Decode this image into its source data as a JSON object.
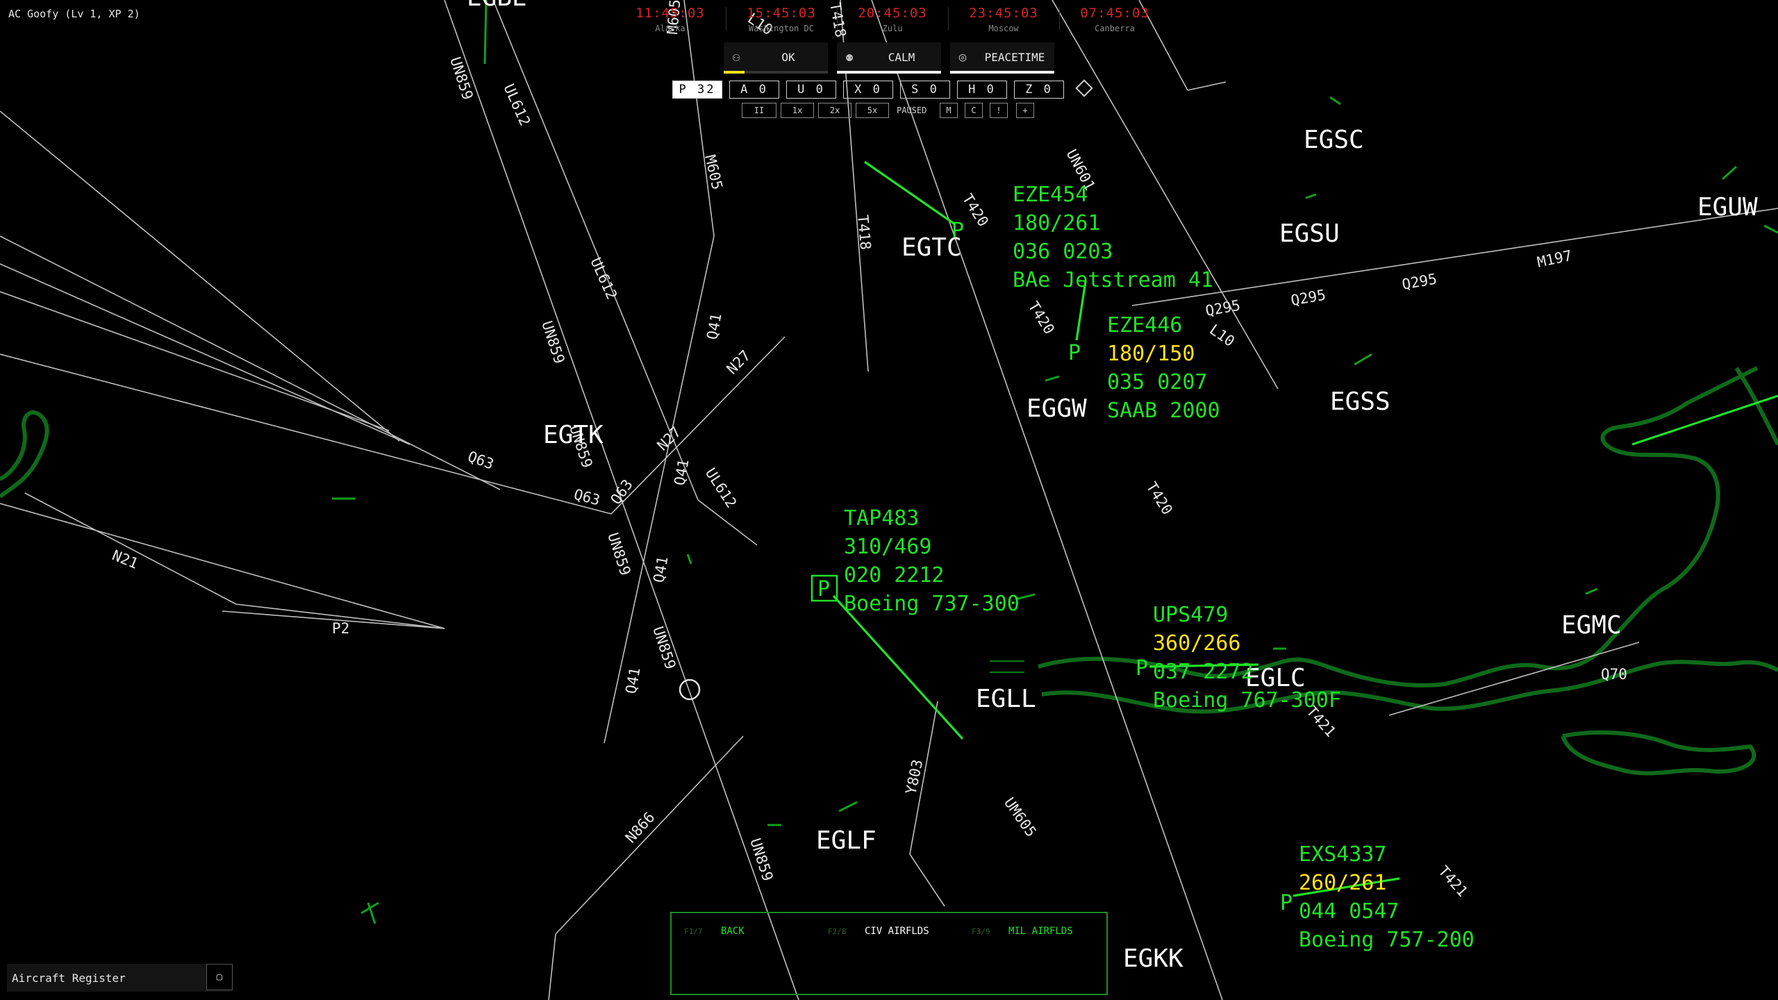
{
  "title": "AC Goofy (Lv 1, XP 2)",
  "clocks": [
    {
      "time": "11:45:03",
      "zone": "Alaska"
    },
    {
      "time": "15:45:03",
      "zone": "Washington DC"
    },
    {
      "time": "20:45:03",
      "zone": "Zulu"
    },
    {
      "time": "23:45:03",
      "zone": "Moscow"
    },
    {
      "time": "07:45:03",
      "zone": "Canberra"
    }
  ],
  "status": {
    "staff_label": "OK",
    "mood_label": "CALM",
    "defcon_label": "PEACETIME",
    "staff_level": 0.2
  },
  "counters": [
    "P 32",
    "A 0",
    "U 0",
    "X 0",
    "S 0",
    "H 0",
    "Z 0"
  ],
  "sim_controls": {
    "pause": "II",
    "speeds": [
      "1x",
      "2x",
      "5x"
    ],
    "state": "PAUSED",
    "toggles": [
      "M",
      "C",
      "!",
      "+"
    ]
  },
  "airports": [
    "EGBE",
    "EGSC",
    "EGSU",
    "EGUW",
    "EGTC",
    "EGGW",
    "EGSS",
    "EGTK",
    "EGLL",
    "EGLC",
    "EGMC",
    "EGLF",
    "EGKK"
  ],
  "routes": [
    "UN859",
    "UL612",
    "M605",
    "L10",
    "T418",
    "T420",
    "UN601",
    "Q41",
    "N27",
    "Q63",
    "N21",
    "P2",
    "Q295",
    "M197",
    "T421",
    "Q70",
    "N866",
    "Y803",
    "UM605"
  ],
  "aircraft": [
    {
      "callsign": "EZE454",
      "speed_heading": "180/261",
      "alt_time": "036 0203",
      "type": "BAe Jetstream 41",
      "marker": "P"
    },
    {
      "callsign": "EZE446",
      "speed_heading": "180/150",
      "alt_time": "035 0207",
      "type": "SAAB 2000",
      "marker": "P"
    },
    {
      "callsign": "TAP483",
      "speed_heading": "310/469",
      "alt_time": "020 2212",
      "type": "Boeing 737-300",
      "marker": "P"
    },
    {
      "callsign": "UPS479",
      "speed_heading": "360/266",
      "alt_time": "037 2272",
      "type": "Boeing 767-300F",
      "marker": "P"
    },
    {
      "callsign": "EXS4337",
      "speed_heading": "260/261",
      "alt_time": "044 0547",
      "type": "Boeing 757-200",
      "marker": "P"
    }
  ],
  "menu": [
    {
      "key": "F1/7",
      "label": "BACK"
    },
    {
      "key": "F2/8",
      "label": "CIV AIRFLDS"
    },
    {
      "key": "F3/9",
      "label": "MIL AIRFLDS"
    }
  ],
  "register": {
    "label": "Aircraft Register",
    "button": "▢"
  },
  "colors": {
    "background": "#000000",
    "route_lines": "#bfbfbf",
    "aircraft_tag": "#22e02a",
    "aircraft_warning": "#ffe11a",
    "coastline": "#0f6a1a",
    "clock": "#d42424",
    "status_bar": "#ffffff",
    "staff_bar": "#f0e020"
  }
}
